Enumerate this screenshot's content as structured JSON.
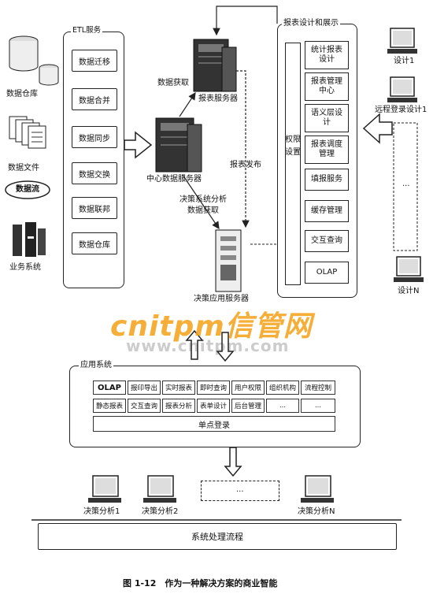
{
  "left": {
    "db_label": "数据仓库",
    "files_label": "数据文件",
    "stream_label": "数据流",
    "biz_label": "业务系统"
  },
  "etl": {
    "title": "ETL服务",
    "items": [
      "数据迁移",
      "数据合并",
      "数据同步",
      "数据交换",
      "数据联邦",
      "数据仓库"
    ]
  },
  "servers": {
    "report": "报表服务器",
    "central": "中心数据服务器",
    "decision": "决策应用服务器",
    "fetch1": "数据获取",
    "publish": "报表发布",
    "decision_fetch_1": "决策系统分析",
    "decision_fetch_2": "数据获取"
  },
  "report_design": {
    "title": "报表设计和展示",
    "permission": "权限设置",
    "items": [
      "统计报表设计",
      "报表管理中心",
      "语义层设计",
      "报表调度管理",
      "填报服务",
      "缓存管理",
      "交互查询",
      "OLAP"
    ]
  },
  "remote": {
    "design1": "设计1",
    "remote_login": "远程登录设计1",
    "designN": "设计N",
    "ellipsis": "..."
  },
  "app": {
    "title": "应用系统",
    "row1": [
      "OLAP",
      "报印导出",
      "实时报表",
      "即时查询",
      "用户权限",
      "组织机构",
      "流程控制"
    ],
    "row2": [
      "静态报表",
      "交互查询",
      "报表分析",
      "表单设计",
      "后台管理",
      "...",
      "..."
    ],
    "sso": "单点登录"
  },
  "bottom": {
    "a1": "决策分析1",
    "a2": "决策分析2",
    "aN": "决策分析N",
    "ellipsis": "...",
    "process": "系统处理流程"
  },
  "watermark": {
    "brand": "cnitpm信管网",
    "url": "www.cnitpm.com"
  },
  "caption": "图 1-12　作为一种解决方案的商业智能"
}
